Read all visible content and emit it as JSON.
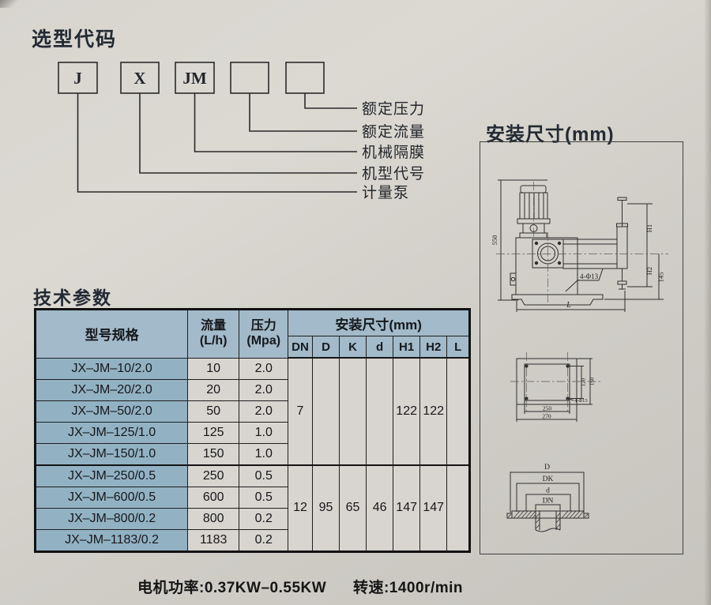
{
  "colors": {
    "paper": "#d4d1cb",
    "header_blue": "#a2bac9",
    "model_blue": "#92b2c4",
    "cell_gray": "#d8d5d0",
    "line_dark": "#1f1f1f"
  },
  "selection_code": {
    "title": "选型代码",
    "boxes": [
      "J",
      "X",
      "JM",
      "",
      ""
    ],
    "labels": [
      "额定压力",
      "额定流量",
      "机械隔膜",
      "机型代号",
      "计量泵"
    ]
  },
  "tech_params": {
    "title": "技术参数"
  },
  "table": {
    "columns": {
      "model": "型号规格",
      "flow_line1": "流量",
      "flow_line2": "(L/h)",
      "pressure_line1": "压力",
      "pressure_line2": "(Mpa)",
      "install_group": "安装尺寸(mm)",
      "dims": [
        "DN",
        "D",
        "K",
        "d",
        "H1",
        "H2",
        "L"
      ]
    },
    "rows": [
      {
        "model": "JX–JM–10/2.0",
        "flow": "10",
        "pressure": "2.0"
      },
      {
        "model": "JX–JM–20/2.0",
        "flow": "20",
        "pressure": "2.0"
      },
      {
        "model": "JX–JM–50/2.0",
        "flow": "50",
        "pressure": "2.0"
      },
      {
        "model": "JX–JM–125/1.0",
        "flow": "125",
        "pressure": "1.0"
      },
      {
        "model": "JX–JM–150/1.0",
        "flow": "150",
        "pressure": "1.0"
      },
      {
        "model": "JX–JM–250/0.5",
        "flow": "250",
        "pressure": "0.5"
      },
      {
        "model": "JX–JM–600/0.5",
        "flow": "600",
        "pressure": "0.5"
      },
      {
        "model": "JX–JM–800/0.2",
        "flow": "800",
        "pressure": "0.2"
      },
      {
        "model": "JX–JM–1183/0.2",
        "flow": "1183",
        "pressure": "0.2"
      }
    ],
    "groups": [
      {
        "DN": "7",
        "D": "",
        "K": "",
        "d": "",
        "H1": "122",
        "H2": "122",
        "L": ""
      },
      {
        "DN": "12",
        "D": "95",
        "K": "65",
        "d": "46",
        "H1": "147",
        "H2": "147",
        "L": ""
      }
    ]
  },
  "install": {
    "title": "安装尺寸(mm)",
    "side_view": {
      "dim550": "550",
      "dimH1": "H1",
      "dimH2": "H2",
      "dim145": "145",
      "dimL": "L",
      "holes": "4-Φ13"
    },
    "plan_view": {
      "w250": "250",
      "w270": "270",
      "h120": "120",
      "h150": "150",
      "holes": "4-Φ13"
    },
    "flange_view": {
      "D": "D",
      "DK": "DK",
      "d": "d",
      "DN": "DN"
    }
  },
  "footer": {
    "power": "电机功率:0.37KW–0.55KW",
    "speed": "转速:1400r/min"
  }
}
